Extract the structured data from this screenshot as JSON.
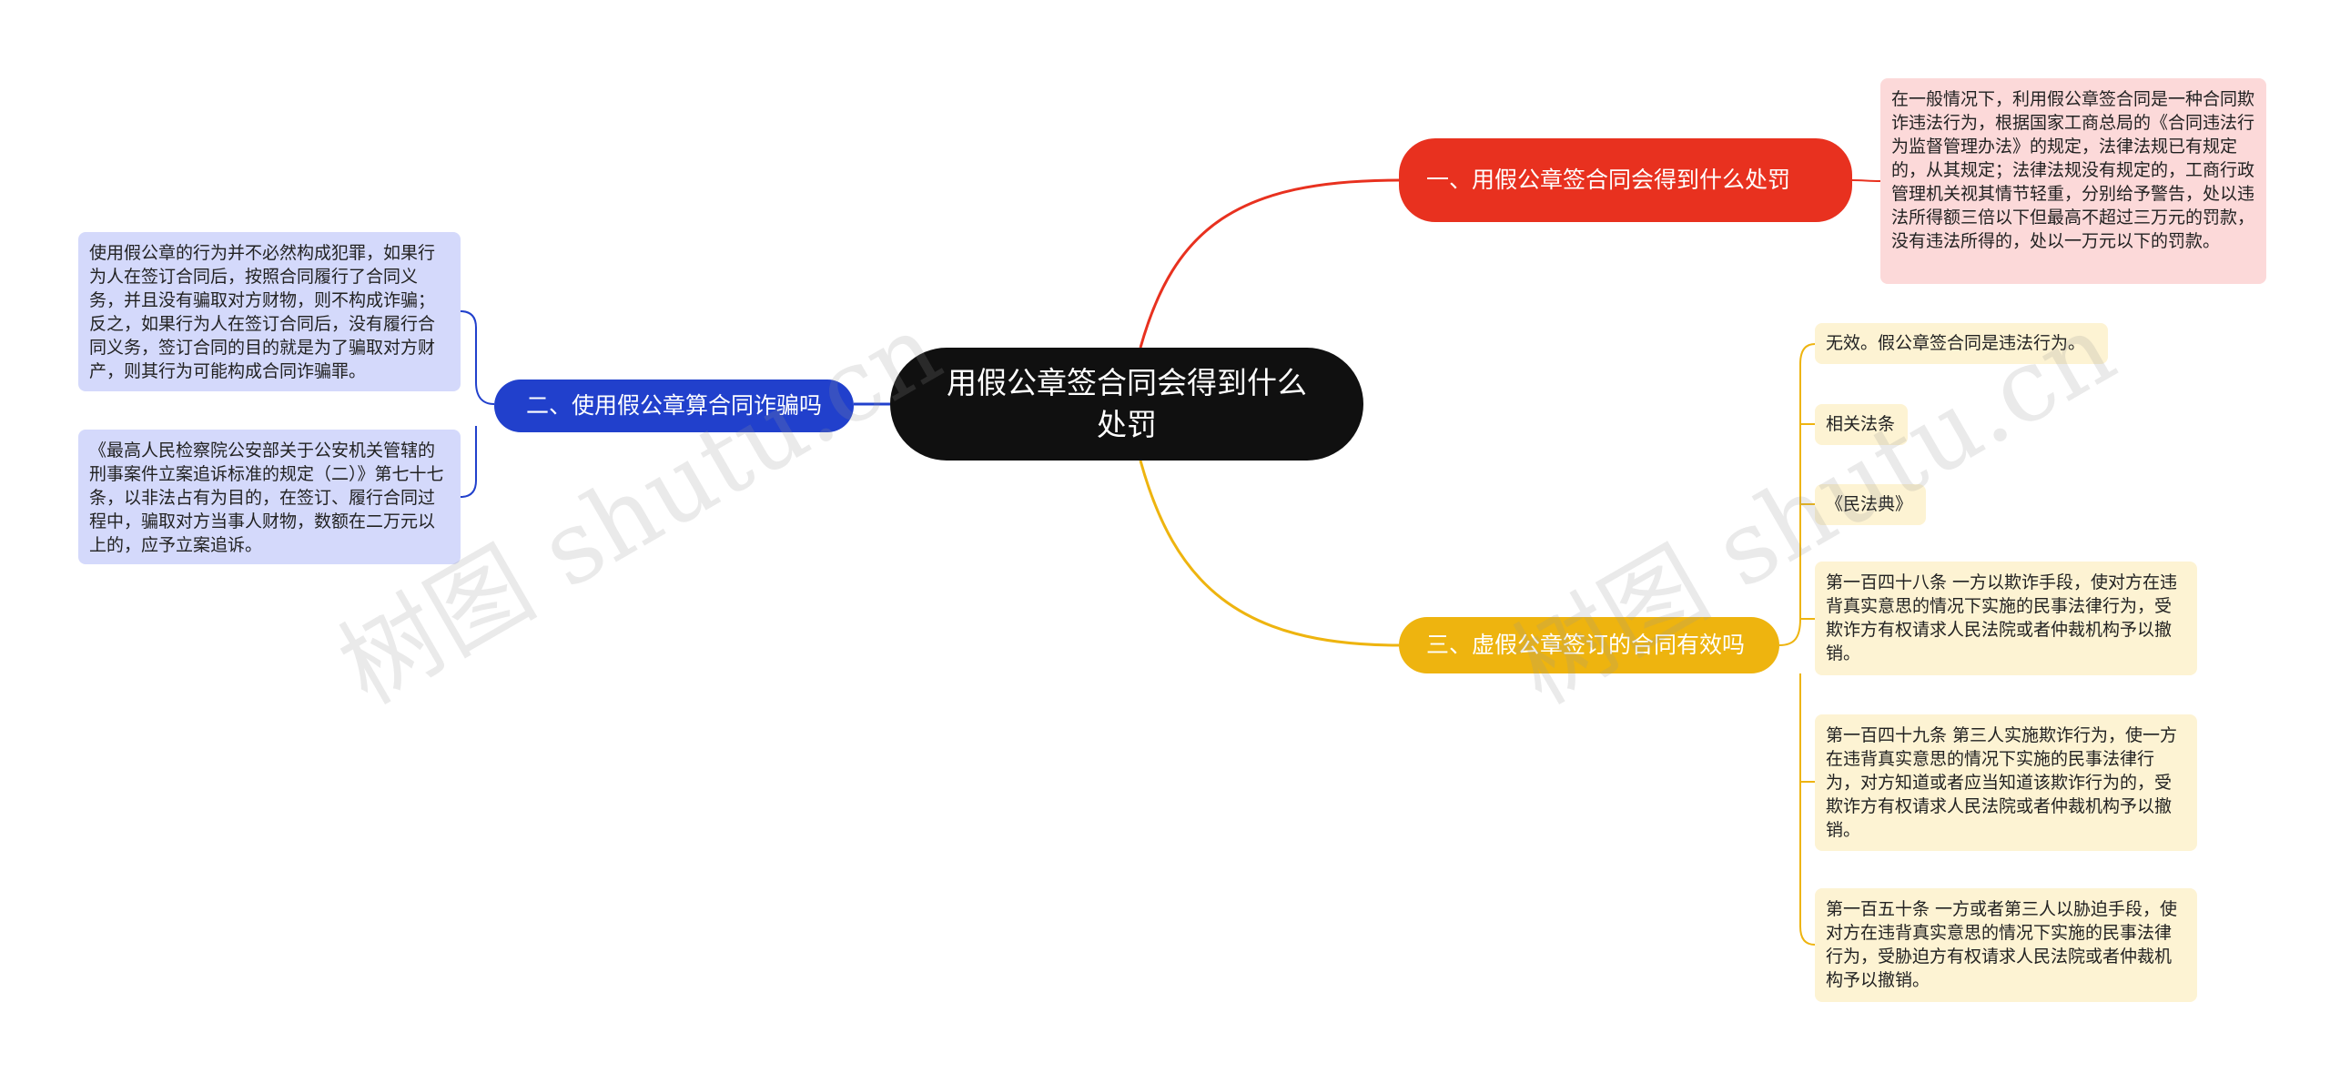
{
  "mindmap": {
    "central": "用假公章签合同会得到什么处罚",
    "branches": [
      {
        "label": "一、用假公章签合同会得到什么处罚",
        "color": "#e8311f",
        "leaves": [
          "在一般情况下，利用假公章签合同是一种合同欺诈违法行为，根据国家工商总局的《合同违法行为监督管理办法》的规定，法律法规已有规定的，从其规定；法律法规没有规定的，工商行政管理机关视其情节轻重，分别给予警告，处以违法所得额三倍以下但最高不超过三万元的罚款，没有违法所得的，处以一万元以下的罚款。"
        ]
      },
      {
        "label": "二、使用假公章算合同诈骗吗",
        "color": "#2140cc",
        "leaves": [
          " 使用假公章的行为并不必然构成犯罪，如果行为人在签订合同后，按照合同履行了合同义务，并且没有骗取对方财物，则不构成诈骗；反之，如果行为人在签订合同后，没有履行合同义务，签订合同的目的就是为了骗取对方财产，则其行为可能构成合同诈骗罪。",
          "《最高人民检察院公安部关于公安机关管辖的刑事案件立案追诉标准的规定（二）》第七十七条，以非法占有为目的，在签订、履行合同过程中，骗取对方当事人财物，数额在二万元以上的，应予立案追诉。"
        ]
      },
      {
        "label": "三、虚假公章签订的合同有效吗",
        "color": "#eeb40f",
        "leaves": [
          "无效。假公章签合同是违法行为。",
          "相关法条",
          "《民法典》",
          "第一百四十八条 一方以欺诈手段，使对方在违背真实意思的情况下实施的民事法律行为，受欺诈方有权请求人民法院或者仲裁机构予以撤销。",
          "第一百四十九条 第三人实施欺诈行为，使一方在违背真实意思的情况下实施的民事法律行为，对方知道或者应当知道该欺诈行为的，受欺诈方有权请求人民法院或者仲裁机构予以撤销。",
          "第一百五十条 一方或者第三人以胁迫手段，使对方在违背真实意思的情况下实施的民事法律行为，受胁迫方有权请求人民法院或者仲裁机构予以撤销。"
        ]
      }
    ]
  },
  "watermark": "树图 shutu.cn"
}
